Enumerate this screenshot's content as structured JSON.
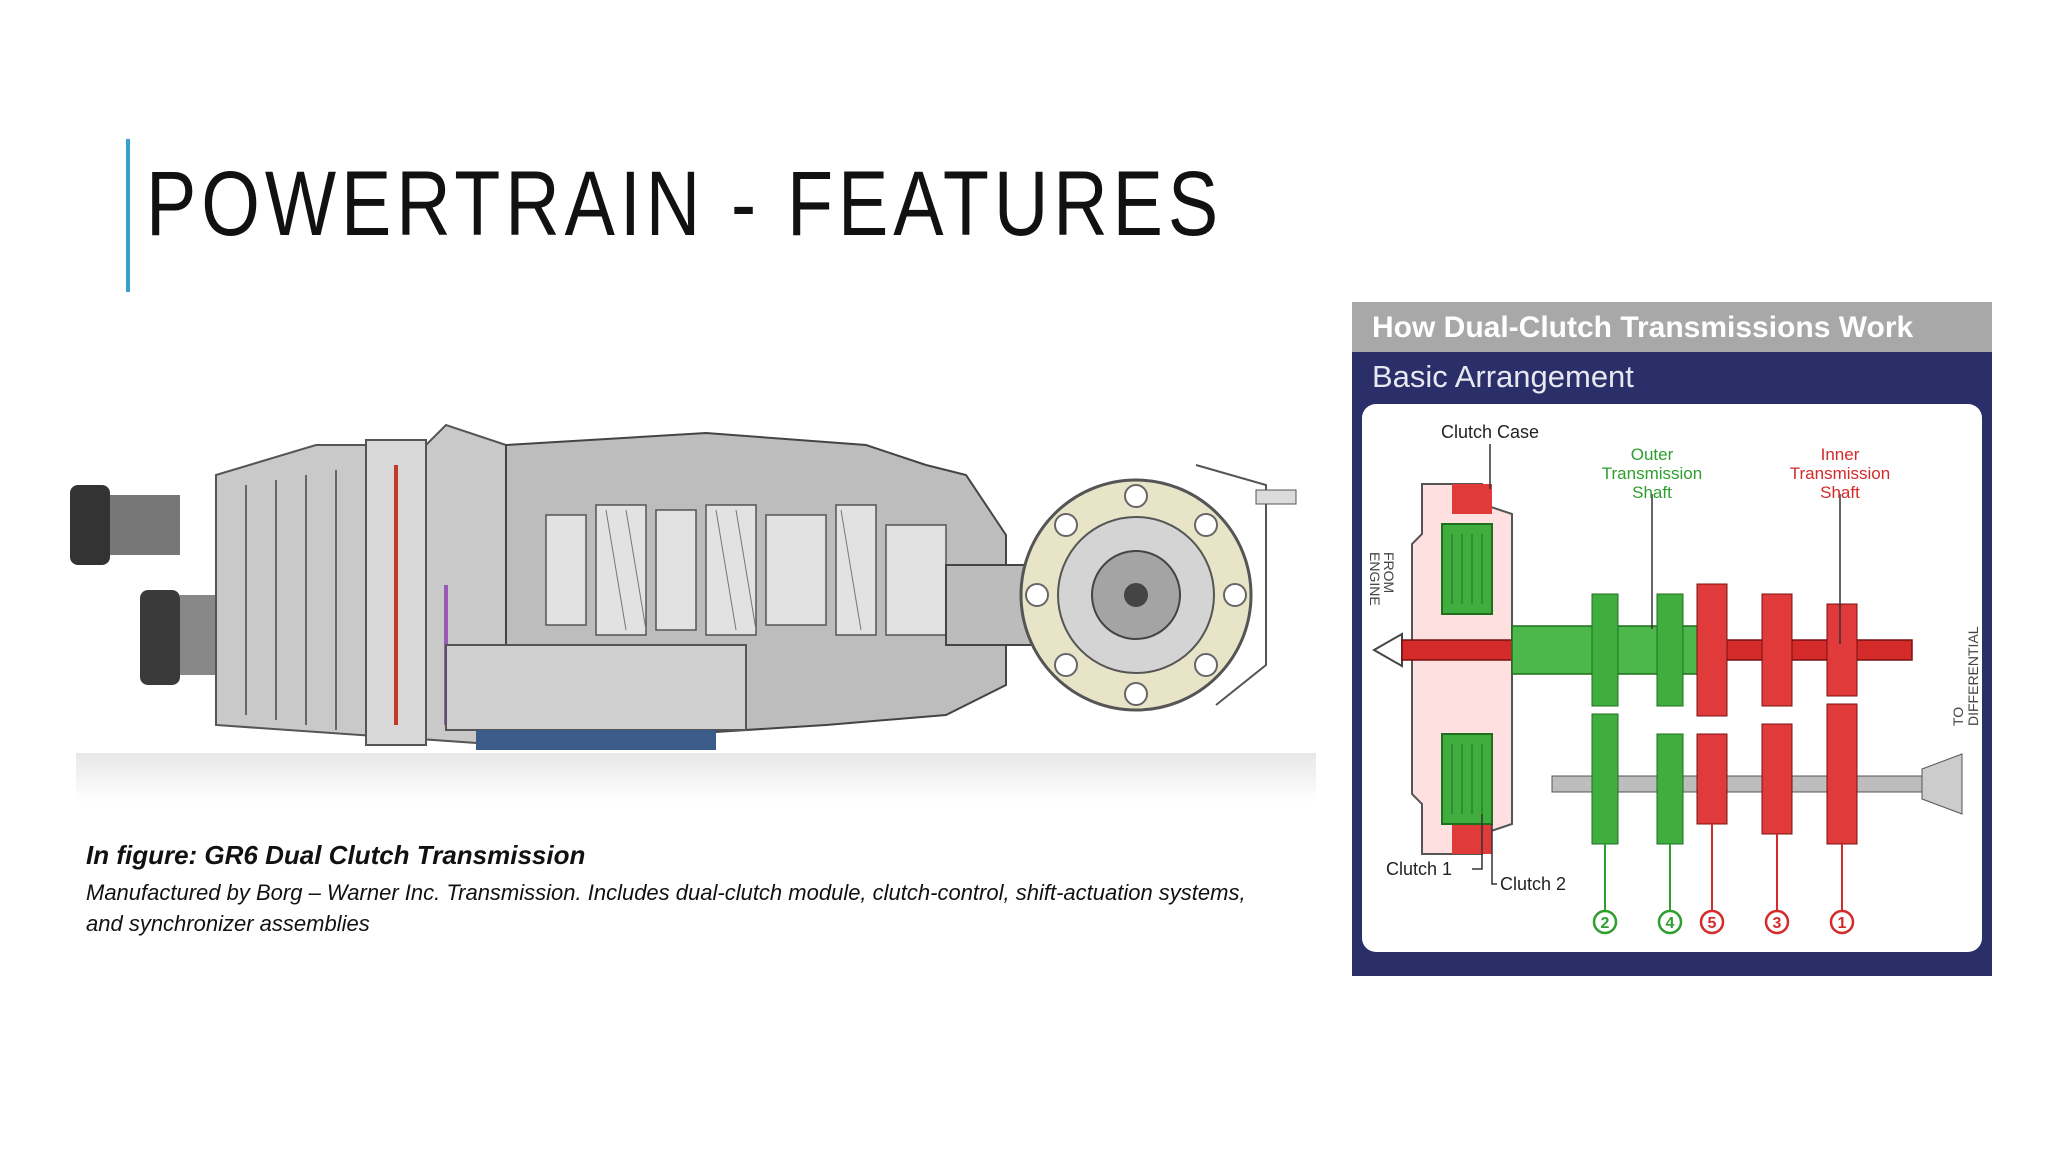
{
  "slide": {
    "title": "POWERTRAIN - FEATURES",
    "accent_color": "#3a9fd0"
  },
  "caption": {
    "title": "In figure: GR6 Dual Clutch Transmission",
    "body_line1": "Manufactured by Borg – Warner Inc. Transmission. Includes dual-clutch module, clutch-control, shift-actuation systems,",
    "body_line2": "and synchronizer assemblies"
  },
  "diagram": {
    "header": "How Dual-Clutch Transmissions Work",
    "subtitle": "Basic Arrangement",
    "labels": {
      "clutch_case": "Clutch Case",
      "outer_shaft_1": "Outer",
      "outer_shaft_2": "Transmission",
      "outer_shaft_3": "Shaft",
      "inner_shaft_1": "Inner",
      "inner_shaft_2": "Transmission",
      "inner_shaft_3": "Shaft",
      "from_engine_1": "FROM",
      "from_engine_2": "ENGINE",
      "to_differential_1": "TO",
      "to_differential_2": "DIFFERENTIAL",
      "clutch_1": "Clutch 1",
      "clutch_2": "Clutch 2"
    },
    "gears": [
      "2",
      "4",
      "5",
      "3",
      "1"
    ],
    "colors": {
      "panel": "#2a2f6a",
      "header": "#a8a8a8",
      "green": "#2e9e2e",
      "red": "#d42a2a"
    }
  }
}
